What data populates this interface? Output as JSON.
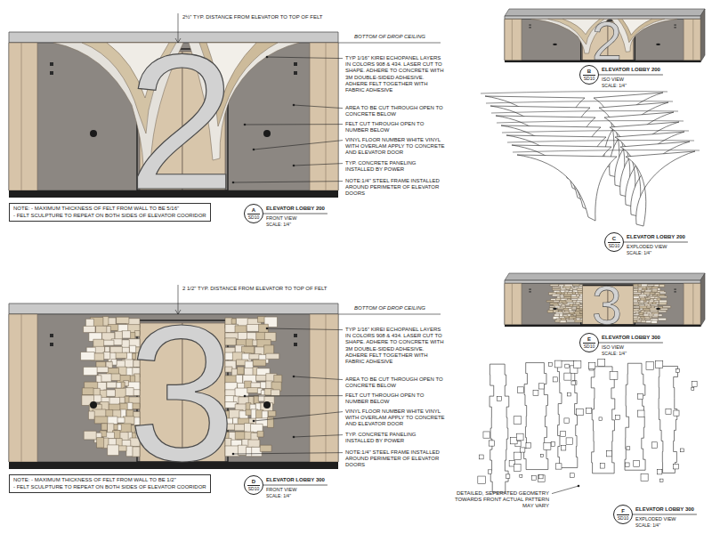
{
  "diagram": {
    "nodes": [
      {
        "text": [
          "NOTE: - MAXIMUM THICKNESS OF FELT FROM WALL TO BE 5/16\"",
          "- FELT SCULPTURE TO REPEAT ON BOTH SIDES OF ELEVATOR COORIDOR"
        ]
      },
      {
        "text": [
          "A",
          "SD10"
        ]
      },
      {
        "text": [
          "B",
          "SD10"
        ]
      },
      {
        "text": [
          "C",
          "SD10"
        ]
      },
      {
        "text": [
          "NOTE: - MAXIMUM THICKNESS OF FELT FROM WALL TO BE 1/2\"",
          "- FELT SCULPTURE TO REPEAT ON BOTH SIDES OF ELEVATOR COORIDOR"
        ]
      },
      {
        "text": [
          "D",
          "SD10"
        ]
      },
      {
        "text": [
          "E",
          "SD10"
        ]
      },
      {
        "text": [
          "F",
          "SD10"
        ]
      }
    ],
    "labels": [
      "2½\" TYP. DISTANCE FROM ELEVATOR TO TOP OF FELT",
      "BOTTOM OF DROP CEILING",
      "TYP 1/16\" KIREI ECHOPANEL LAYERS IN COLORS 908 & 434. LASER CUT TO SHAPE. ADHERE TO CONCRETE WITH 3M DOUBLE-SIDED ADHESIVE. ADHERE FELT TOGETHER WITH FABRIC ADHESIVE",
      "AREA TO BE CUT THROUGH OPEN TO CONCRETE BELOW",
      "FELT CUT THROUGH OPEN TO NUMBER BELOW",
      "VINYL FLOOR NUMBER WHITE VINYL WITH OVERLAM APPLY TO CONCRETE AND ELEVATOR DOOR",
      "TYP. CONCRETE PANELING INSTALLED BY POWER",
      "NOTE:1/4\" STEEL FRAME INSTALLED AROUND PERIMETER OF ELEVATOR DOORS",
      "2",
      "ELEVATOR LOBBY 200",
      "FRONT VIEW",
      "SCALE: 1/4\"",
      "2",
      "ELEVATOR LOBBY 200",
      "ISO VIEW",
      "SCALE: 1/4\"",
      "ELEVATOR LOBBY 200",
      "EXPLODED VIEW",
      "SCALE: 1/4\"",
      "2 1/2\" TYP. DISTANCE FROM ELEVATOR TO TOP OF FELT",
      "BOTTOM OF DROP CEILING",
      "TYP 1/16\" KIREI ECHOPANEL LAYERS IN COLORS 908 & 434. LASER CUT TO SHAPE. ADHERE TO CONCRETE WITH 3M DOUBLE-SIDED ADHESIVE. ADHERE FELT TOGETHER WITH FABRIC ADHESIVE",
      "AREA TO BE CUT THROUGH OPEN TO CONCRETE BELOW",
      "FELT CUT THROUGH OPEN TO NUMBER BELOW",
      "VINYL FLOOR NUMBER WHITE VINYL WITH OVERLAM APPLY TO CONCRETE AND ELEVATOR DOOR",
      "TYP. CONCRETE PANELING INSTALLED BY POWER",
      "NOTE:1/4\" STEEL FRAME INSTALLED AROUND PERIMETER OF ELEVATOR DOORS",
      "3",
      "ELEVATOR LOBBY 300",
      "FRONT VIEW",
      "SCALE: 1/4\"",
      "3",
      "ELEVATOR LOBBY 300",
      "ISO VIEW",
      "SCALE: 1/4\"",
      "DETAILED, SEPERATED GEOMETRY TOWARDS FRONT ACTUAL PATTERN MAY VARY",
      "ELEVATOR LOBBY 300",
      "EXPLODED VIEW",
      "SCALE: 1/4\""
    ]
  }
}
